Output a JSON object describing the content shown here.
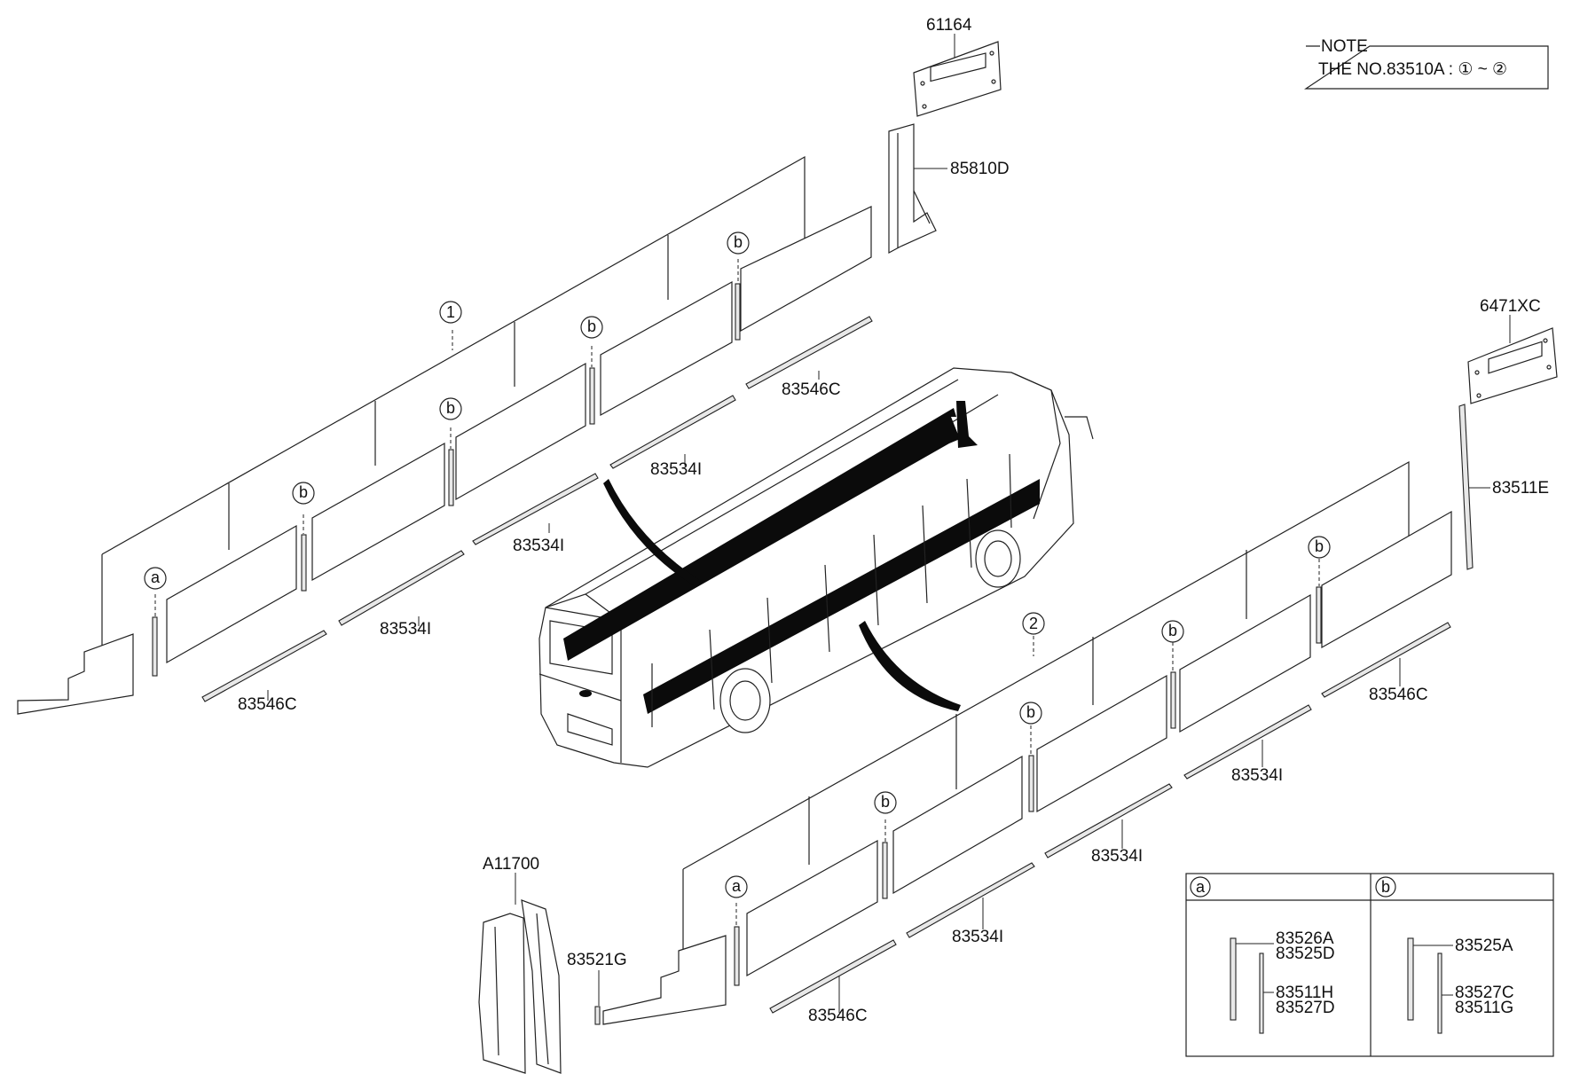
{
  "note": {
    "title": "NOTE",
    "text": "THE NO.83510A : ① ~ ②"
  },
  "markers": {
    "circle_1": "1",
    "circle_2": "2",
    "a": "a",
    "b": "b"
  },
  "labels": {
    "p61164": "61164",
    "p85810D": "85810D",
    "p6471XC": "6471XC",
    "p83511E": "83511E",
    "p83546C": "83546C",
    "p83534I": "83534I",
    "pA11700": "A11700",
    "p83521G": "83521G"
  },
  "legend": {
    "col_a": "a",
    "col_b": "b",
    "a_items": [
      "83526A",
      "83525D",
      "83511H",
      "83527D"
    ],
    "b_items": [
      "83525A",
      "83527C",
      "83511G"
    ]
  }
}
